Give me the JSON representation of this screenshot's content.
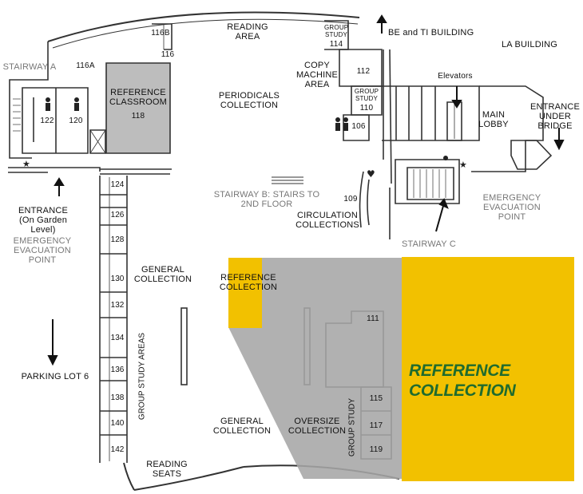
{
  "labels": {
    "reading_area_top": "READING AREA",
    "room_116b": "116B",
    "room_116": "116",
    "room_116a": "116A",
    "stairway_a": "STAIRWAY A",
    "reference_classroom": "REFERENCE CLASSROOM",
    "room_118": "118",
    "room_122": "122",
    "room_120": "120",
    "periodicals": "PERIODICALS COLLECTION",
    "group_study_114": "GROUP STUDY",
    "room_114": "114",
    "be_ti_building": "BE and TI BUILDING",
    "la_building": "LA BUILDING",
    "copy_machine_area": "COPY MACHINE AREA",
    "room_112": "112",
    "group_study_110": "GROUP STUDY",
    "room_110": "110",
    "room_106": "106",
    "elevators": "Elevators",
    "main_lobby": "MAIN LOBBY",
    "entrance_under_bridge": "ENTRANCE UNDER BRIDGE",
    "emergency_evac_right": "EMERGENCY EVACUATION POINT",
    "stairway_b": "STAIRWAY B: STAIRS TO 2ND FLOOR",
    "room_109": "109",
    "circulation": "CIRCULATION COLLECTIONS",
    "stairway_c": "STAIRWAY C",
    "entrance_garden": "ENTRANCE (On Garden Level)",
    "emergency_evac_left": "EMERGENCY EVACUATION POINT",
    "parking_lot": "PARKING LOT 6",
    "general_collection_mid": "GENERAL COLLECTION",
    "reference_collection_map": "REFERENCE COLLECTION",
    "room_111": "111",
    "group_study_areas": "GROUP STUDY AREAS",
    "general_collection_bottom": "GENERAL COLLECTION",
    "oversize_collection": "OVERSIZE COLLECTION",
    "group_study_right": "GROUP STUDY",
    "room_115": "115",
    "room_117": "117",
    "room_119": "119",
    "reading_seats": "READING SEATS",
    "highlight_title": "REFERENCE COLLECTION"
  },
  "study_rooms": [
    "124",
    "126",
    "128",
    "130",
    "132",
    "134",
    "136",
    "138",
    "140",
    "142"
  ],
  "colors": {
    "highlight": "#f2c100",
    "highlight_text": "#1f6b2e",
    "callout_grey": "#a6a6a6",
    "room_fill": "#bdbdbd",
    "wall": "#333333"
  }
}
